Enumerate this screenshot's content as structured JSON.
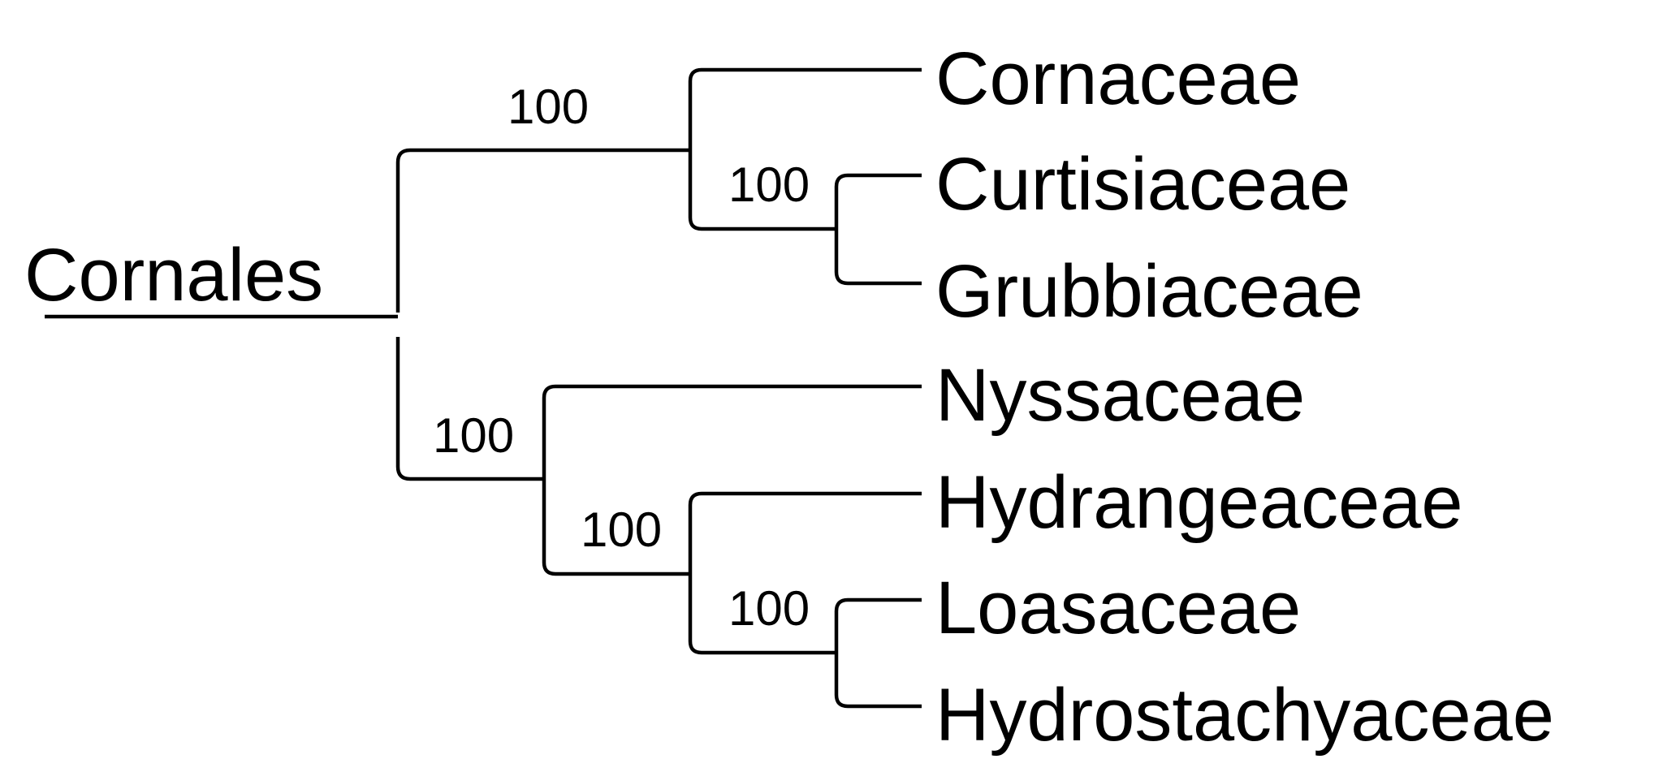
{
  "root_label": "Cornales",
  "taxa": [
    "Cornaceae",
    "Curtisiaceae",
    "Grubbiaceae",
    "Nyssaceae",
    "Hydrangeaceae",
    "Loasaceae",
    "Hydrostachyaceae"
  ],
  "support_values": [
    "100",
    "100",
    "100",
    "100",
    "100"
  ],
  "colors": {
    "line": "#000000",
    "text": "#000000",
    "background": "#ffffff"
  }
}
